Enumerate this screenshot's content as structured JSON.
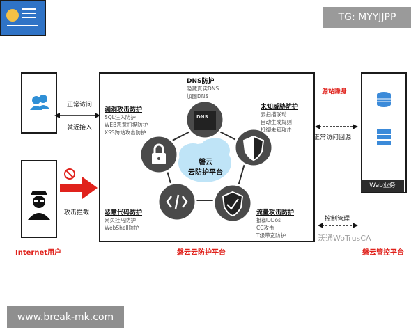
{
  "top_badge": "TG: MYYJJPP",
  "bottom_watermark": "www.break-mk.com",
  "center": {
    "line1": "磐云",
    "line2": "云防护平台"
  },
  "modules": {
    "dns": {
      "title": "DNS防护",
      "items": [
        "隐藏真实DNS",
        "加固DNS"
      ],
      "icon_label": "DNS"
    },
    "vuln": {
      "title": "漏洞攻击防护",
      "items": [
        "SQL注入防护",
        "WEB恶意扫描防护",
        "XSS跨站攻击防护"
      ]
    },
    "unknown": {
      "title": "未知威胁防护",
      "items": [
        "云扫描联动",
        "自动生成规则",
        "抵御未知攻击"
      ]
    },
    "malware": {
      "title": "恶意代码防护",
      "items": [
        "网页挂马防护",
        "WebShell防护"
      ]
    },
    "flood": {
      "title": "流量攻击防护",
      "items": [
        "抵御DDos",
        "CC攻击",
        "T级带宽防护"
      ]
    }
  },
  "left": {
    "normal_access": "正常访问",
    "nearby_access": "就近接入",
    "attack_block": "攻击拦截",
    "internet_user": "Internet用户"
  },
  "right": {
    "source_hide": "源站隐身",
    "normal_back": "正常访问回源",
    "web_service": "Web业务",
    "control": "控制管理",
    "control_platform": "磐云管控平台"
  },
  "bottom_label": "磐云云防护平台",
  "overlay_watermark": "沃通WoTrusCA",
  "icons": [
    "users-icon",
    "hacker-icon",
    "no-entry-icon",
    "arrow-right-icon",
    "dns-server-icon",
    "lock-icon",
    "shield-icon",
    "code-icon",
    "shield-check-icon",
    "database-icon",
    "server-icon",
    "cloud-icon"
  ],
  "colors": {
    "accent_blue": "#2f73c6",
    "node_dark": "#4a4a4a",
    "red": "#e0221c"
  }
}
